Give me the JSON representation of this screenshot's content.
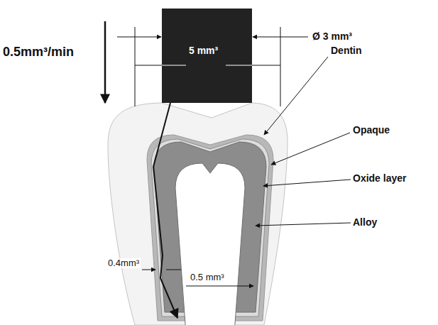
{
  "diagram": {
    "labels": [
      "0.5mm³/min",
      "Ø 3 mm³",
      "5 mm³",
      "Dentin",
      "Opaque",
      "Oxide layer",
      "Alloy",
      "0.4mm³",
      "0.5 mm³"
    ]
  }
}
